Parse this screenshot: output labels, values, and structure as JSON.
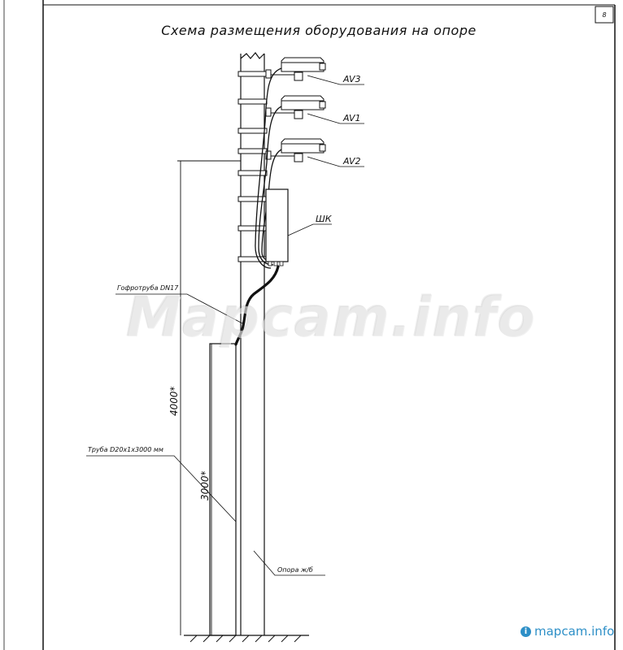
{
  "title": "Схема размещения оборудования на опоре",
  "sheet_number": "8",
  "cameras": [
    {
      "label": "AV3"
    },
    {
      "label": "AV1"
    },
    {
      "label": "AV2"
    }
  ],
  "cabinet_label": "ШК",
  "corrugated_tube_label": "Гофротруба DN17",
  "pipe_label": "Труба D20x1x3000 мм",
  "pole_label": "Опора ж/б",
  "dimension_total": "4000*",
  "dimension_pipe": "3000*",
  "watermark_main": "Mapcam.info",
  "watermark_corner": "mapcam.info",
  "watermark_corner_icon": "i",
  "colors": {
    "line": "#111111",
    "corner_watermark": "#2d8fc7"
  }
}
